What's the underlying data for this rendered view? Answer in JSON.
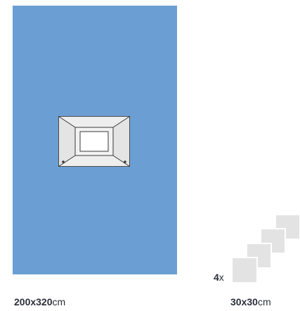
{
  "drape": {
    "size_number": "200x320",
    "size_unit": "cm",
    "color": "#6b9fd4"
  },
  "swabs": {
    "quantity": "4",
    "quantity_suffix": "x",
    "size_number": "30x30",
    "size_unit": "cm",
    "count_drawn": 4
  }
}
